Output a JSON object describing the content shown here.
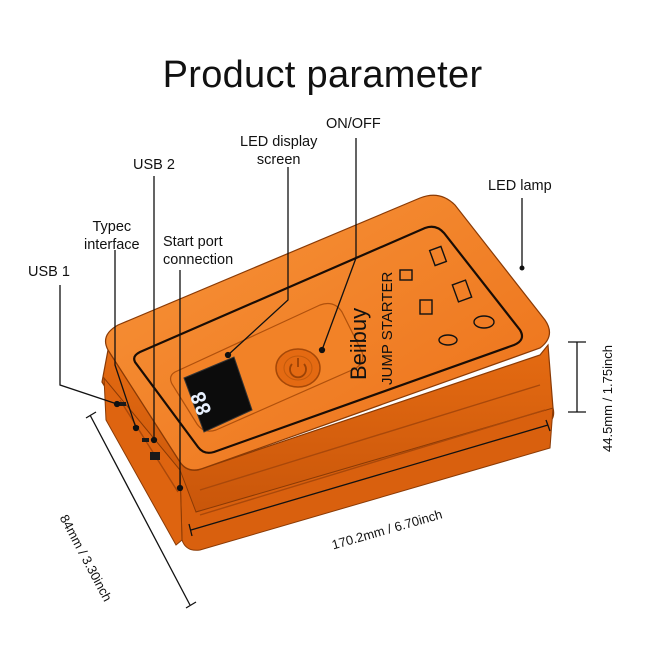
{
  "title": "Product parameter",
  "labels": {
    "usb1": "USB 1",
    "typec_line1": "Typec",
    "typec_line2": "interface",
    "usb2": "USB 2",
    "led_display_line1": "LED display",
    "led_display_line2": "screen",
    "onoff": "ON/OFF",
    "start_port_line1": "Start port",
    "start_port_line2": "connection",
    "led_lamp": "LED lamp"
  },
  "dimensions": {
    "length": "170.2mm / 6.70inch",
    "width": "84mm / 3.30inch",
    "height": "44.5mm / 1.75inch"
  },
  "device": {
    "brand": "Beiibuy",
    "subtitle": "JUMP STARTER",
    "display_readout": "88",
    "body_color": "#f07a1c",
    "dark_color": "#c4560a",
    "screen_color": "#0c0c0c"
  }
}
